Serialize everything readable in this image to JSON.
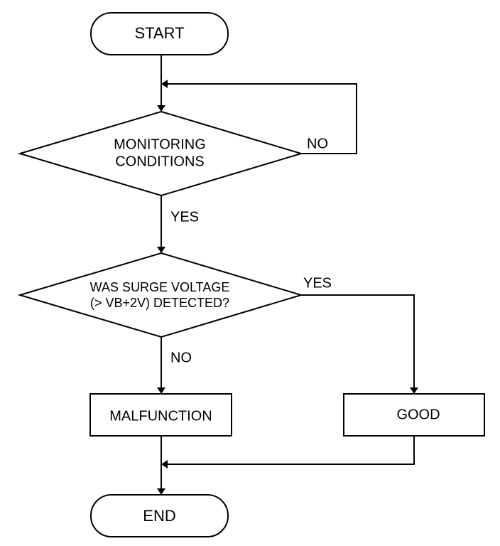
{
  "flowchart": {
    "start": "START",
    "decision_monitoring": {
      "line1": "MONITORING",
      "line2": "CONDITIONS",
      "no_label": "NO",
      "yes_label": "YES"
    },
    "decision_surge": {
      "line1": "WAS SURGE VOLTAGE",
      "line2": "(> VB+2V) DETECTED?",
      "yes_label": "YES",
      "no_label": "NO"
    },
    "malfunction": "MALFUNCTION",
    "good": "GOOD",
    "end": "END"
  }
}
